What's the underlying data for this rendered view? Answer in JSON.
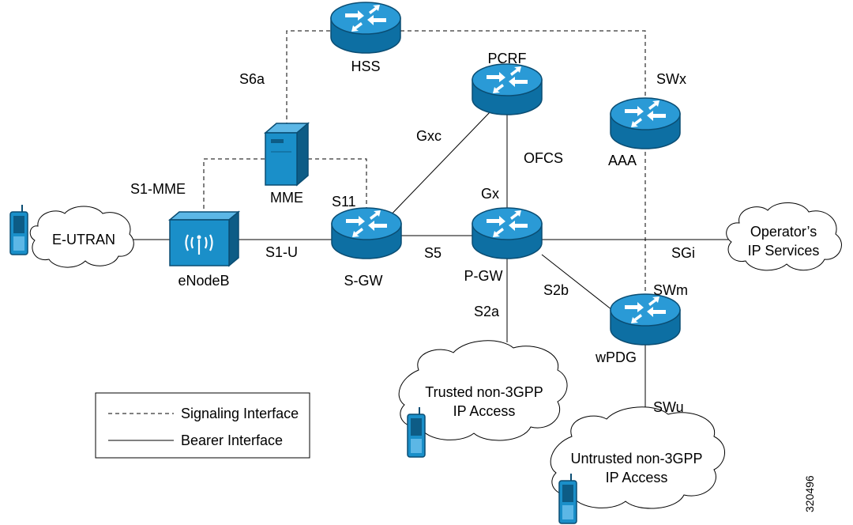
{
  "nodes": {
    "hss": "HSS",
    "pcrf": "PCRF",
    "aaa": "AAA",
    "mme": "MME",
    "enodeb": "eNodeB",
    "sgw": "S-GW",
    "pgw": "P-GW",
    "wpdg": "wPDG",
    "eutran": "E-UTRAN",
    "operator_line1": "Operator’s",
    "operator_line2": "IP Services",
    "trusted_line1": "Trusted non-3GPP",
    "trusted_line2": "IP Access",
    "untrusted_line1": "Untrusted non-3GPP",
    "untrusted_line2": "IP Access"
  },
  "interfaces": {
    "s6a": "S6a",
    "swx": "SWx",
    "gxc": "Gxc",
    "ofcs": "OFCS",
    "s1_mme": "S1-MME",
    "s11": "S11",
    "gx": "Gx",
    "s1_u": "S1-U",
    "s5": "S5",
    "sgi": "SGi",
    "s2b": "S2b",
    "swm": "SWm",
    "s2a": "S2a",
    "swu": "SWu"
  },
  "legend": {
    "signaling": "Signaling Interface",
    "bearer": "Bearer Interface"
  },
  "figure_id": "320496",
  "colors": {
    "device_fill": "#1a8fc9",
    "device_dark": "#0d5c86",
    "line": "#000000"
  }
}
